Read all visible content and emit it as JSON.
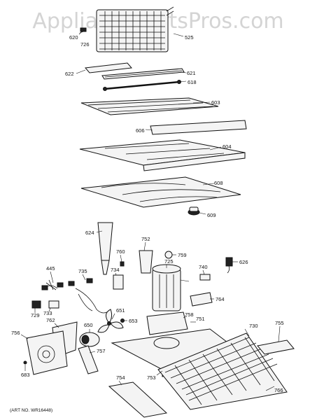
{
  "watermark": "AppliancePartsPros.com",
  "art_number": "(ART NO. WR16448)",
  "parts": {
    "p525": "525",
    "p620": "620",
    "p726": "726",
    "p622": "622",
    "p621": "621",
    "p618": "618",
    "p603": "603",
    "p606": "606",
    "p604": "604",
    "p608": "608",
    "p609": "609",
    "p624": "624",
    "p752": "752",
    "p760": "760",
    "p759": "759",
    "p725": "725",
    "p626": "626",
    "p740": "740",
    "p445": "445",
    "p735": "735",
    "p734": "734",
    "p764": "764",
    "p758": "758",
    "p651": "651",
    "p653": "653",
    "p751": "751",
    "p733": "733",
    "p729": "729",
    "p762": "762",
    "p650": "650",
    "p730": "730",
    "p755": "755",
    "p756": "756",
    "p757": "757",
    "p683": "683",
    "p754": "754",
    "p753": "753",
    "p766": "766"
  }
}
